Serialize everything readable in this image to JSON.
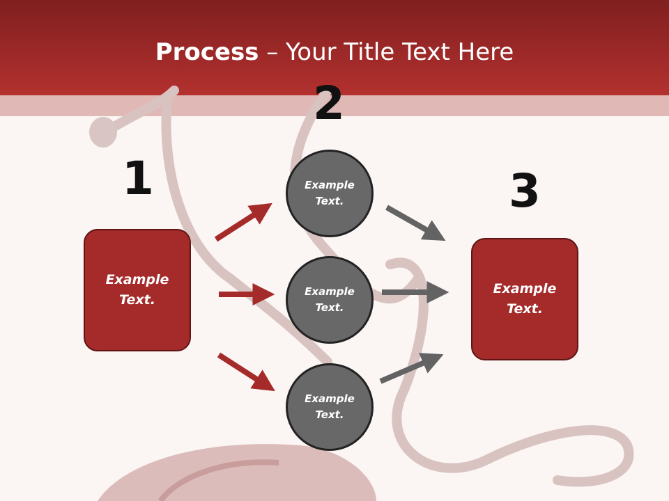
{
  "title": {
    "bold": "Process",
    "rest": " – Your Title Text Here"
  },
  "steps": {
    "one": "1",
    "two": "2",
    "three": "3"
  },
  "left_box": {
    "label": "Example Text."
  },
  "circles": [
    {
      "label": "Example Text."
    },
    {
      "label": "Example Text."
    },
    {
      "label": "Example Text."
    }
  ],
  "right_box": {
    "label": "Example Text."
  },
  "colors": {
    "header": "#a52a2a",
    "box": "#a52a2a",
    "circle": "#686868",
    "arrow_red": "#a52a2a",
    "arrow_gray": "#636363"
  }
}
